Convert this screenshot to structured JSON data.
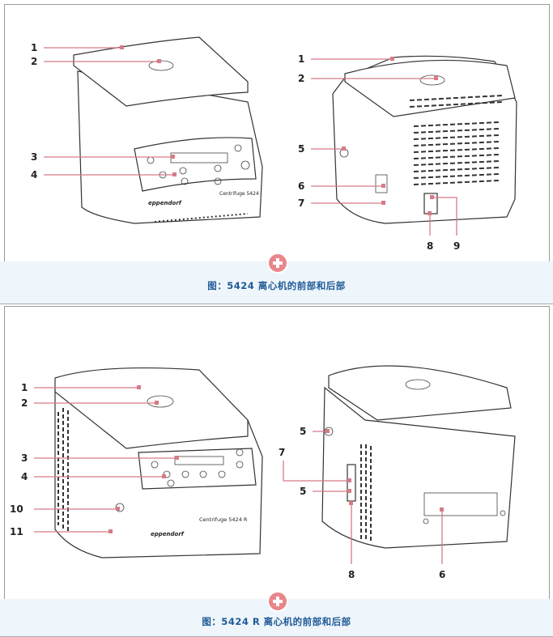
{
  "figure1": {
    "caption": "图：5424 离心机的前部和后部",
    "front_callouts": [
      "1",
      "2",
      "3",
      "4"
    ],
    "back_callouts": [
      "1",
      "2",
      "5",
      "6",
      "7",
      "8",
      "9"
    ],
    "brand": "eppendorf",
    "model": "Centrifuge 5424"
  },
  "figure2": {
    "caption": "图：5424 R 离心机的前部和后部",
    "front_callouts": [
      "1",
      "2",
      "3",
      "4",
      "10",
      "11"
    ],
    "back_callouts": [
      "5",
      "7",
      "5",
      "8",
      "6"
    ],
    "brand": "eppendorf",
    "model": "Centrifuge 5424 R"
  },
  "colors": {
    "callout_line": "#d67b86",
    "caption_text": "#1f5a96",
    "caption_band": "#eef5fb",
    "expand_button": "#e8868c"
  },
  "icons": {
    "expand": "plus-circle-icon"
  }
}
